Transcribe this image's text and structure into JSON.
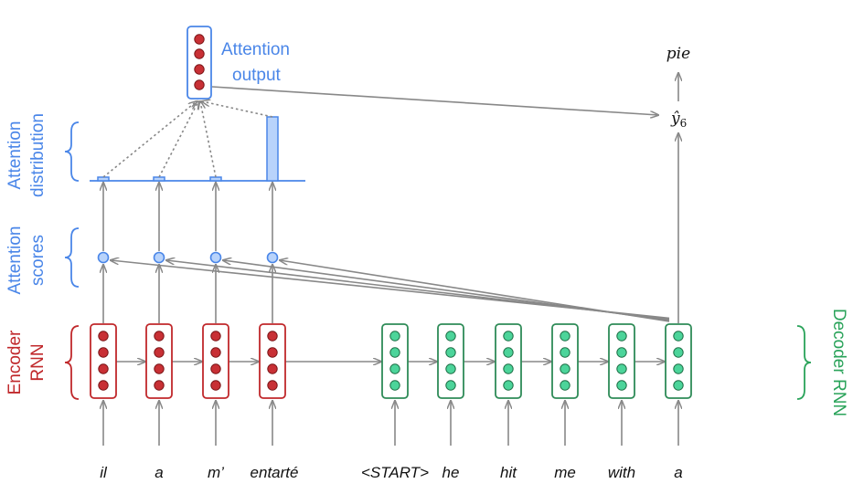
{
  "colors": {
    "encoder": "#c0282b",
    "encoder_dot": "#c83035",
    "decoder": "#2e8b57",
    "decoder_dot": "#4cd49a",
    "attention": "#4a86e8",
    "attention_fill": "#b8d3fb",
    "arrow": "#888888"
  },
  "labels": {
    "attention_output_line1": "Attention",
    "attention_output_line2": "output",
    "attention_distribution_line1": "Attention",
    "attention_distribution_line2": "distribution",
    "attention_scores_line1": "Attention",
    "attention_scores_line2": "scores",
    "encoder_line1": "Encoder",
    "encoder_line2": "RNN",
    "decoder": "Decoder RNN"
  },
  "output": {
    "word": "pie",
    "symbol": "ŷ",
    "subscript": "6"
  },
  "source_words": [
    "il",
    "a",
    "m’",
    "entarté"
  ],
  "target_words": [
    "<START>",
    "he",
    "hit",
    "me",
    "with",
    "a"
  ],
  "attention_distribution": [
    0.03,
    0.03,
    0.03,
    0.91
  ]
}
